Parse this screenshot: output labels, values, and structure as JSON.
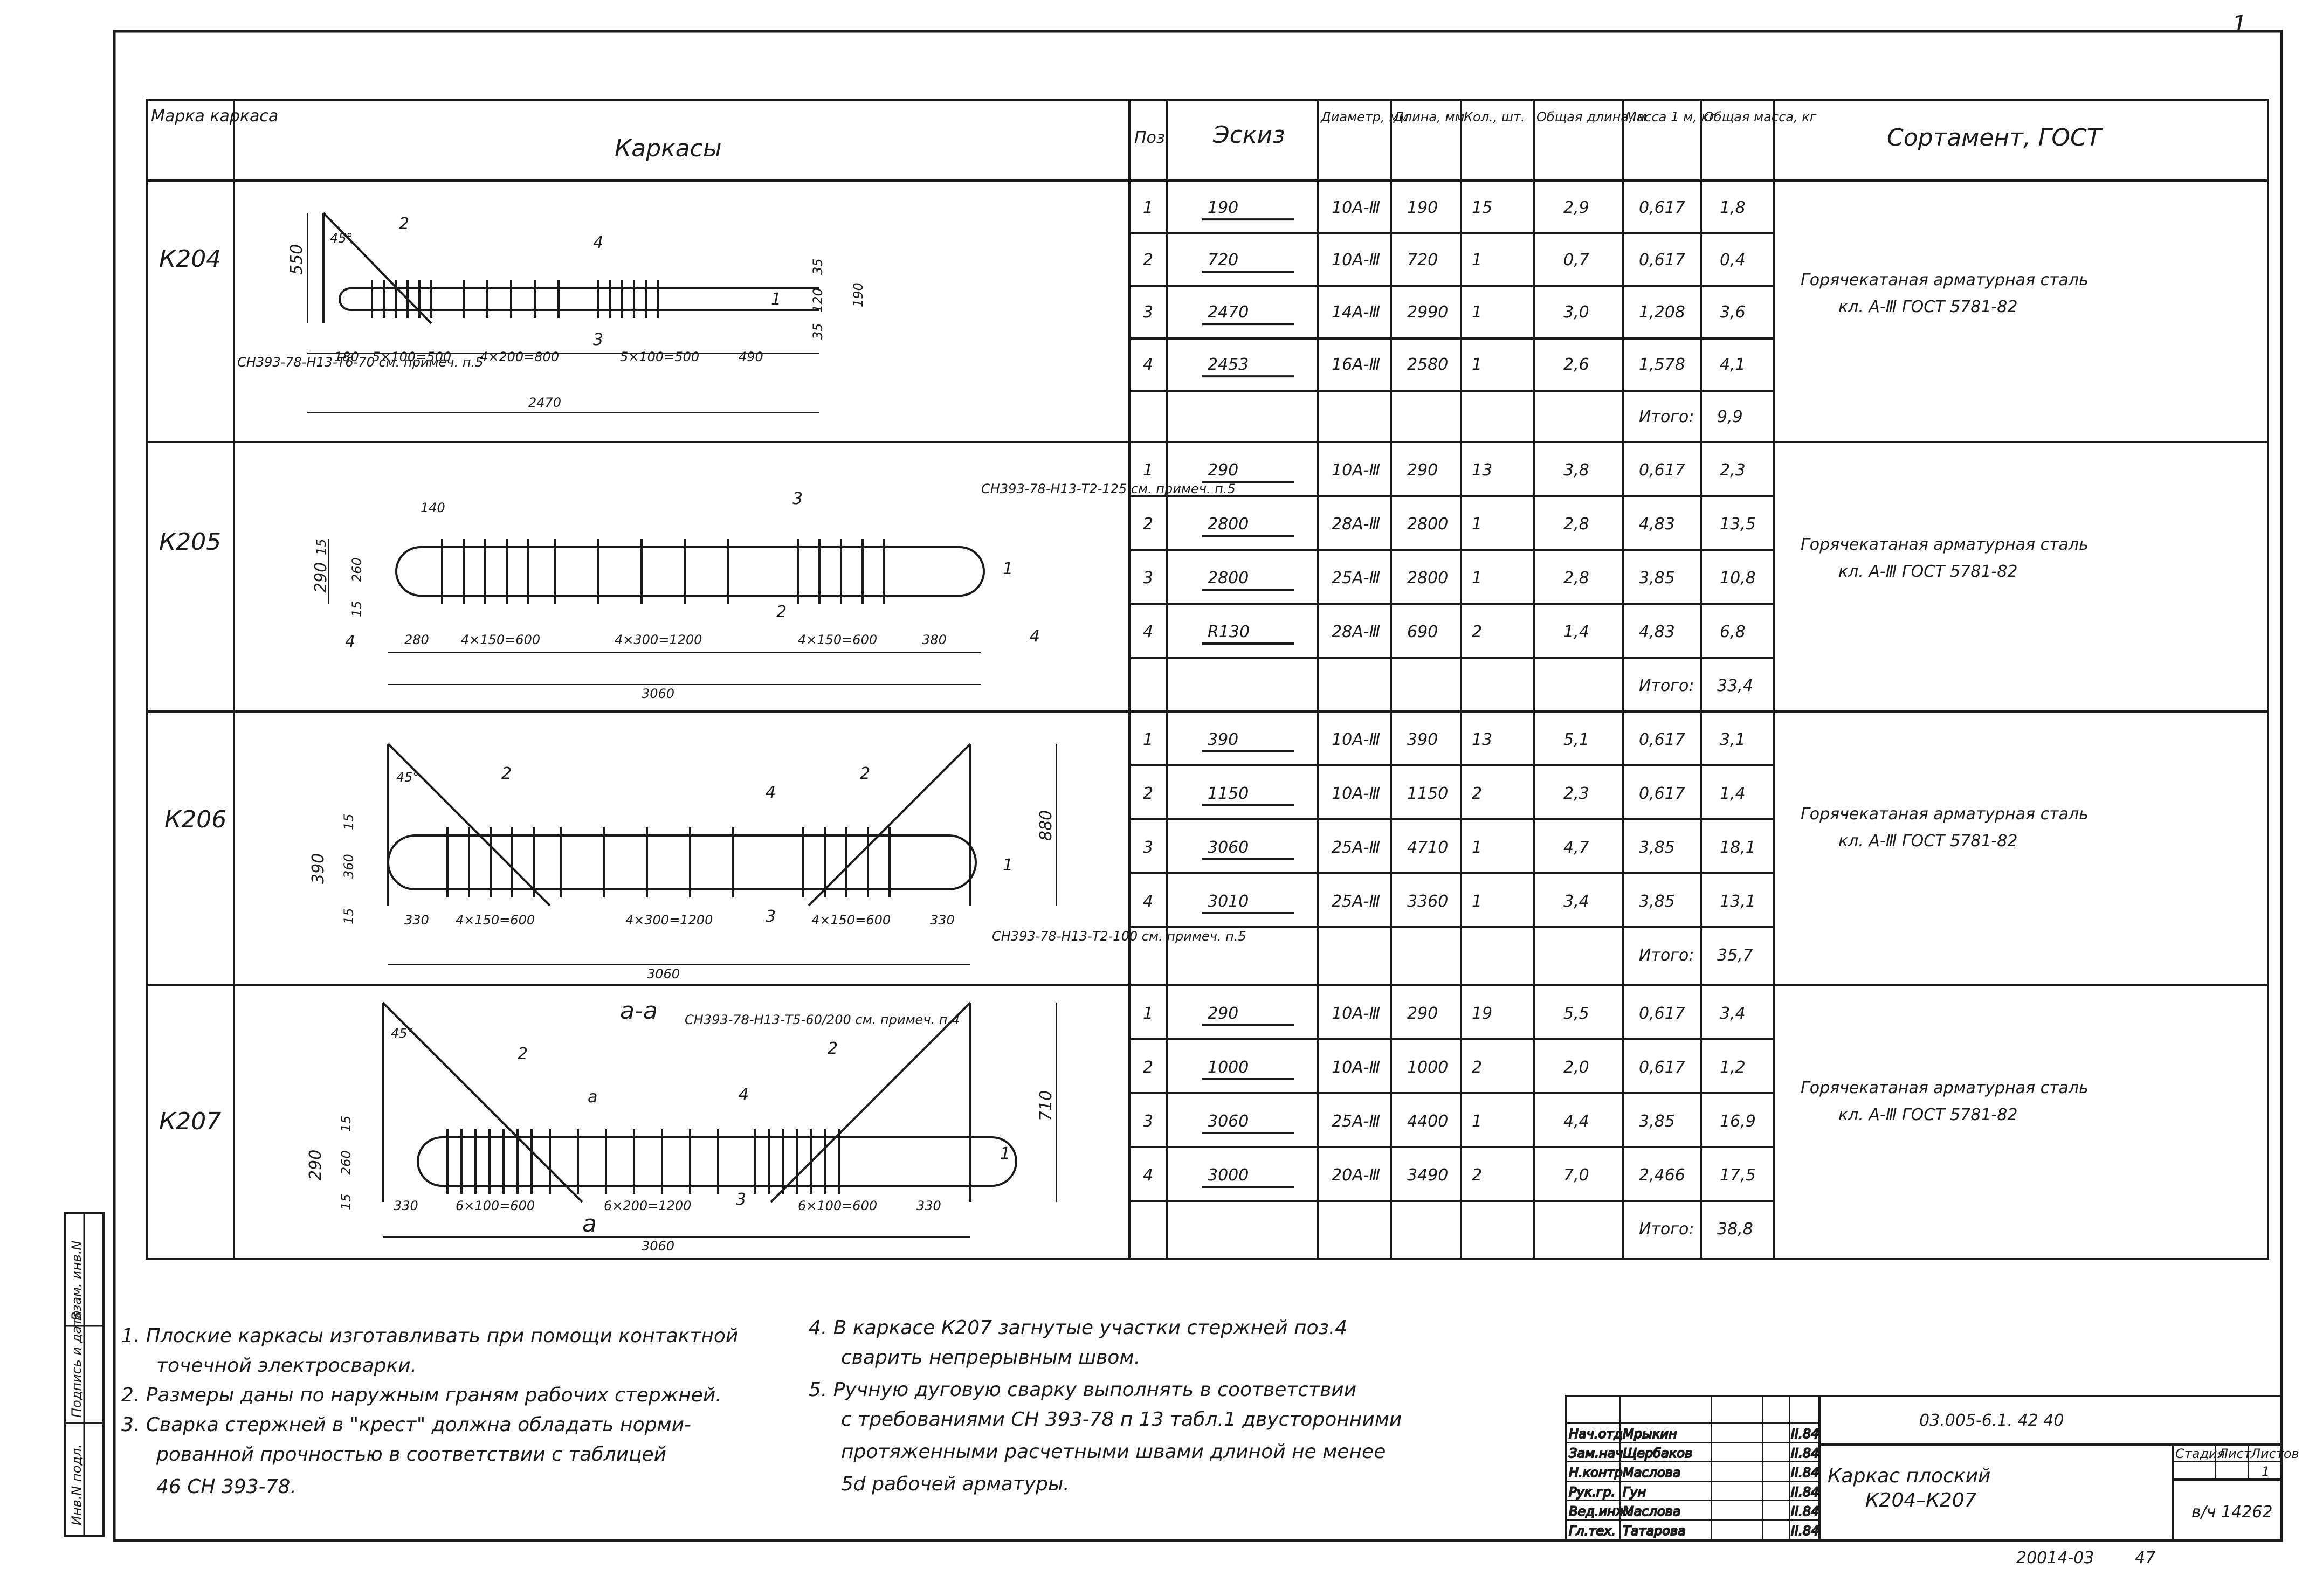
{
  "corner_mark": "1",
  "header": {
    "marka": "Марка каркаса",
    "karkasy": "Каркасы",
    "poz": "Поз.",
    "eskiz": "Эскиз",
    "diametr": "Диаметр, мм",
    "dlina": "Длина, мм",
    "kol": "Кол., шт.",
    "obshaya_dlina": "Общая длина, м",
    "massa": "Масса 1 м, кг",
    "obshaya_massa": "Общая масса, кг",
    "sortament": "Сортамент, ГОСТ"
  },
  "total_label": "Итого:",
  "frames": [
    {
      "mark": "К204",
      "total": "9,9",
      "sortament_line1": "Горячекатаная арматурная сталь",
      "sortament_line2": "кл. А-Ⅲ ГОСТ 5781-82",
      "drawing": {
        "dims_bottom": [
          "180",
          "5×100=500",
          "4×200=800",
          "5×100=500",
          "490"
        ],
        "overall": "2470",
        "height": "550",
        "angle": "45°",
        "right_dims": [
          "35",
          "120",
          "35",
          "190"
        ],
        "callouts": [
          "1",
          "2",
          "3",
          "4"
        ],
        "note": "СН393-78-Н13-Т6-70 см. примеч. п.5"
      },
      "rows": [
        {
          "pos": "1",
          "sketch": "190",
          "d": "10А-Ⅲ",
          "len": "190",
          "qty": "15",
          "tl": "2,9",
          "m1": "0,617",
          "tm": "1,8"
        },
        {
          "pos": "2",
          "sketch": "720",
          "d": "10А-Ⅲ",
          "len": "720",
          "qty": "1",
          "tl": "0,7",
          "m1": "0,617",
          "tm": "0,4"
        },
        {
          "pos": "3",
          "sketch": "2470",
          "d": "14А-Ⅲ",
          "len": "2990",
          "qty": "1",
          "tl": "3,0",
          "m1": "1,208",
          "tm": "3,6"
        },
        {
          "pos": "4",
          "sketch": "2453",
          "d": "16А-Ⅲ",
          "len": "2580",
          "qty": "1",
          "tl": "2,6",
          "m1": "1,578",
          "tm": "4,1"
        }
      ]
    },
    {
      "mark": "К205",
      "total": "33,4",
      "sortament_line1": "Горячекатаная арматурная сталь",
      "sortament_line2": "кл. А-Ⅲ ГОСТ 5781-82",
      "drawing": {
        "dims_bottom": [
          "280",
          "4×150=600",
          "4×300=1200",
          "4×150=600",
          "380"
        ],
        "overall": "3060",
        "heights": [
          "15",
          "260",
          "15",
          "290"
        ],
        "top": "140",
        "callouts": [
          "1",
          "2",
          "3",
          "4",
          "4"
        ],
        "note": "СН393-78-Н13-Т2-125 см. примеч. п.5"
      },
      "rows": [
        {
          "pos": "1",
          "sketch": "290",
          "d": "10А-Ⅲ",
          "len": "290",
          "qty": "13",
          "tl": "3,8",
          "m1": "0,617",
          "tm": "2,3"
        },
        {
          "pos": "2",
          "sketch": "2800",
          "d": "28А-Ⅲ",
          "len": "2800",
          "qty": "1",
          "tl": "2,8",
          "m1": "4,83",
          "tm": "13,5"
        },
        {
          "pos": "3",
          "sketch": "2800",
          "d": "25А-Ⅲ",
          "len": "2800",
          "qty": "1",
          "tl": "2,8",
          "m1": "3,85",
          "tm": "10,8"
        },
        {
          "pos": "4",
          "sketch": "R130",
          "d": "28А-Ⅲ",
          "len": "690",
          "qty": "2",
          "tl": "1,4",
          "m1": "4,83",
          "tm": "6,8"
        }
      ]
    },
    {
      "mark": "К206",
      "total": "35,7",
      "sortament_line1": "Горячекатаная арматурная сталь",
      "sortament_line2": "кл. А-Ⅲ ГОСТ 5781-82",
      "drawing": {
        "dims_bottom": [
          "330",
          "4×150=600",
          "4×300=1200",
          "4×150=600",
          "330"
        ],
        "overall": "3060",
        "heights": [
          "15",
          "360",
          "15",
          "390"
        ],
        "height_right": "880",
        "angle": "45°",
        "callouts": [
          "1",
          "2",
          "2",
          "3",
          "4"
        ],
        "note": "СН393-78-Н13-Т2-100 см. примеч. п.5"
      },
      "rows": [
        {
          "pos": "1",
          "sketch": "390",
          "d": "10А-Ⅲ",
          "len": "390",
          "qty": "13",
          "tl": "5,1",
          "m1": "0,617",
          "tm": "3,1"
        },
        {
          "pos": "2",
          "sketch": "1150",
          "d": "10А-Ⅲ",
          "len": "1150",
          "qty": "2",
          "tl": "2,3",
          "m1": "0,617",
          "tm": "1,4"
        },
        {
          "pos": "3",
          "sketch": "3060",
          "d": "25А-Ⅲ",
          "len": "4710",
          "qty": "1",
          "tl": "4,7",
          "m1": "3,85",
          "tm": "18,1"
        },
        {
          "pos": "4",
          "sketch": "3010",
          "d": "25А-Ⅲ",
          "len": "3360",
          "qty": "1",
          "tl": "3,4",
          "m1": "3,85",
          "tm": "13,1"
        }
      ]
    },
    {
      "mark": "К207",
      "total": "38,8",
      "sortament_line1": "Горячекатаная арматурная сталь",
      "sortament_line2": "кл. А-Ⅲ ГОСТ 5781-82",
      "drawing": {
        "section": "а-а",
        "section_note": "СН393-78-Н13-Т5-60/200 см. примеч. п.4",
        "dims_bottom": [
          "330",
          "6×100=600",
          "6×200=1200",
          "6×100=600",
          "330"
        ],
        "overall": "3060",
        "heights": [
          "15",
          "260",
          "15",
          "290"
        ],
        "height_right": "710",
        "angle": "45°",
        "callouts": [
          "1",
          "2",
          "2",
          "3",
          "4",
          "а",
          "а"
        ]
      },
      "rows": [
        {
          "pos": "1",
          "sketch": "290",
          "d": "10А-Ⅲ",
          "len": "290",
          "qty": "19",
          "tl": "5,5",
          "m1": "0,617",
          "tm": "3,4"
        },
        {
          "pos": "2",
          "sketch": "1000",
          "d": "10А-Ⅲ",
          "len": "1000",
          "qty": "2",
          "tl": "2,0",
          "m1": "0,617",
          "tm": "1,2"
        },
        {
          "pos": "3",
          "sketch": "3060",
          "d": "25А-Ⅲ",
          "len": "4400",
          "qty": "1",
          "tl": "4,4",
          "m1": "3,85",
          "tm": "16,9"
        },
        {
          "pos": "4",
          "sketch": "3000",
          "d": "20А-Ⅲ",
          "len": "3490",
          "qty": "2",
          "tl": "7,0",
          "m1": "2,466",
          "tm": "17,5"
        }
      ]
    }
  ],
  "notes_left": [
    "1. Плоские каркасы изготавливать при помощи контактной",
    "точечной электросварки.",
    "2. Размеры даны по наружным граням рабочих стержней.",
    "3. Сварка стержней в \"крест\" должна обладать норми-",
    "рованной прочностью в соответствии с таблицей",
    "46 СН 393-78."
  ],
  "notes_right": [
    "4. В каркасе К207 загнутые участки стержней поз.4",
    "сварить непрерывным швом.",
    "5. Ручную дуговую сварку выполнять в соответствии",
    "с требованиями СН 393-78 п 13 табл.1 двусторонними",
    "протяженными расчетными швами длиной не менее",
    "5d рабочей арматуры."
  ],
  "stamp": {
    "code": "03.005-6.1. 42 40",
    "people": [
      {
        "role": "Нач.отд.",
        "name": "Мрыкин",
        "date": "II.84"
      },
      {
        "role": "Зам.нач.",
        "name": "Щербаков",
        "date": "II.84"
      },
      {
        "role": "Н.контр.",
        "name": "Маслова",
        "date": "II.84"
      },
      {
        "role": "Рук.гр.",
        "name": "Гун",
        "date": "II.84"
      },
      {
        "role": "Вед.инж.",
        "name": "Маслова",
        "date": "II.84"
      },
      {
        "role": "Гл.тех.",
        "name": "Татарова",
        "date": "II.84"
      }
    ],
    "title_line1": "Каркас плоский",
    "title_line2": "К204–К207",
    "stadia": "Стадия",
    "list": "Лист",
    "listov": "Листов",
    "list_val": "1",
    "org": "в/ч 14262",
    "bottom_left": "20014-03",
    "bottom_right": "47"
  },
  "side_labels": [
    "Инв.N подл.",
    "Подпись и дата",
    "Взам. инв.N"
  ]
}
